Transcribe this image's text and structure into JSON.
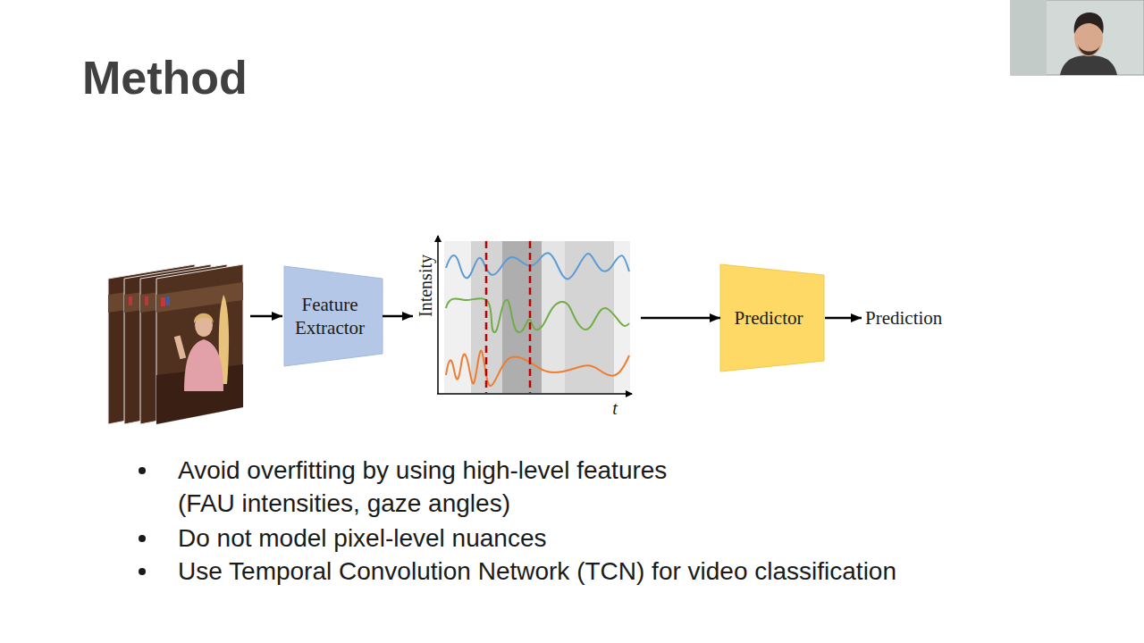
{
  "diagram": {
    "title": "Method",
    "nodes": [
      {
        "text": [
          "Feature Extractor"
        ]
      },
      {
        "text": [
          "Intensity",
          "t"
        ]
      },
      {
        "text": [
          "Predictor"
        ]
      }
    ],
    "edges": [
      {
        "from": 0,
        "to": 1,
        "arrow": "to"
      },
      {
        "from": 1,
        "to": 2,
        "arrow": "to"
      }
    ],
    "labels": [
      "Prediction",
      "Avoid overfitting by using high-level features (FAU intensities, gaze angles)",
      "Do not model pixel-level nuances",
      "Use Temporal Convolution Network (TCN) for video classification"
    ]
  }
}
